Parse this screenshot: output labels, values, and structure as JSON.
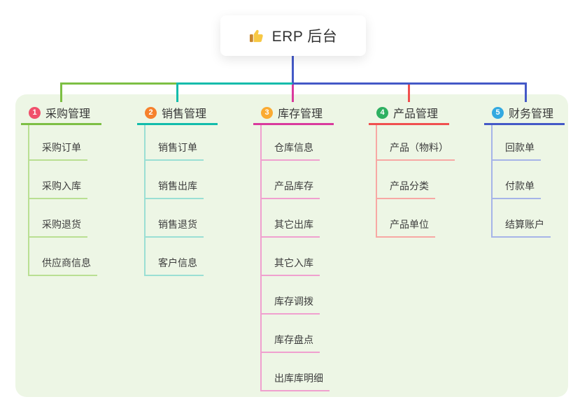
{
  "root": {
    "label": "ERP 后台",
    "icon": "thumbs-up-icon"
  },
  "branches": [
    {
      "index": "1",
      "label": "采购管理",
      "badge_color": "#f0506b",
      "line_color": "#7dbf44",
      "light_line_color": "#b9df92",
      "children": [
        "采购订单",
        "采购入库",
        "采购退货",
        "供应商信息"
      ]
    },
    {
      "index": "2",
      "label": "销售管理",
      "badge_color": "#f6812d",
      "line_color": "#12bcab",
      "light_line_color": "#9adfd4",
      "children": [
        "销售订单",
        "销售出库",
        "销售退货",
        "客户信息"
      ]
    },
    {
      "index": "3",
      "label": "库存管理",
      "badge_color": "#fbab32",
      "line_color": "#d93a9d",
      "light_line_color": "#f0a0cf",
      "children": [
        "仓库信息",
        "产品库存",
        "其它出库",
        "其它入库",
        "库存调拨",
        "库存盘点",
        "出库库明细"
      ]
    },
    {
      "index": "4",
      "label": "产品管理",
      "badge_color": "#2eb061",
      "line_color": "#f0504f",
      "light_line_color": "#f7a8a4",
      "children": [
        "产品（物料）",
        "产品分类",
        "产品单位"
      ]
    },
    {
      "index": "5",
      "label": "财务管理",
      "badge_color": "#33a9e0",
      "line_color": "#4459c7",
      "light_line_color": "#a6b4e8",
      "children": [
        "回款单",
        "付款单",
        "结算账户"
      ]
    }
  ],
  "colors": {
    "page_bg": "#ffffff",
    "canvas_bg": "#edf6e5",
    "text": "#3d3d3d",
    "root_connector": "#4459c7",
    "thumb_hand": "#f7c844",
    "thumb_cuff": "#c9862f"
  }
}
